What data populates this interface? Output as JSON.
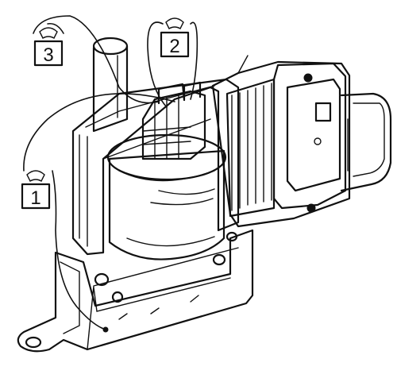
{
  "diagram": {
    "callouts": [
      {
        "id": "callout-1",
        "label": "1"
      },
      {
        "id": "callout-2",
        "label": "2"
      },
      {
        "id": "callout-3",
        "label": "3"
      }
    ]
  }
}
